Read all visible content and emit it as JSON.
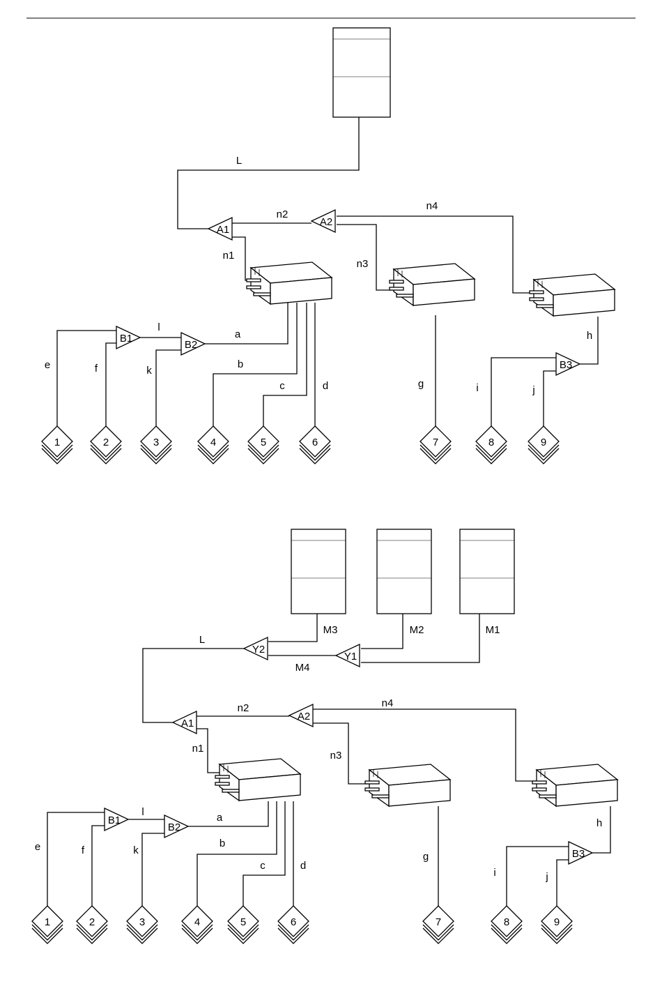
{
  "figure_1": {
    "cabinets": [
      ""
    ],
    "couplers": {
      "A1": "A1",
      "A2": "A2",
      "B1": "B1",
      "B2": "B2",
      "B3": "B3"
    },
    "cable_labels": {
      "L": "L",
      "n1": "n1",
      "n2": "n2",
      "n3": "n3",
      "n4": "n4",
      "a": "a",
      "b": "b",
      "c": "c",
      "d": "d",
      "e": "e",
      "f": "f",
      "g": "g",
      "h": "h",
      "i": "i",
      "j": "j",
      "k": "k",
      "l": "l"
    },
    "terminals": [
      "1",
      "2",
      "3",
      "4",
      "5",
      "6",
      "7",
      "8",
      "9"
    ]
  },
  "figure_2": {
    "cabinets": [
      "",
      "",
      ""
    ],
    "couplers": {
      "Y1": "Y1",
      "Y2": "Y2",
      "A1": "A1",
      "A2": "A2",
      "B1": "B1",
      "B2": "B2",
      "B3": "B3"
    },
    "cable_labels": {
      "L": "L",
      "M1": "M1",
      "M2": "M2",
      "M3": "M3",
      "M4": "M4",
      "n1": "n1",
      "n2": "n2",
      "n3": "n3",
      "n4": "n4",
      "a": "a",
      "b": "b",
      "c": "c",
      "d": "d",
      "e": "e",
      "f": "f",
      "g": "g",
      "h": "h",
      "i": "i",
      "j": "j",
      "k": "k",
      "l": "l"
    },
    "terminals": [
      "1",
      "2",
      "3",
      "4",
      "5",
      "6",
      "7",
      "8",
      "9"
    ]
  }
}
